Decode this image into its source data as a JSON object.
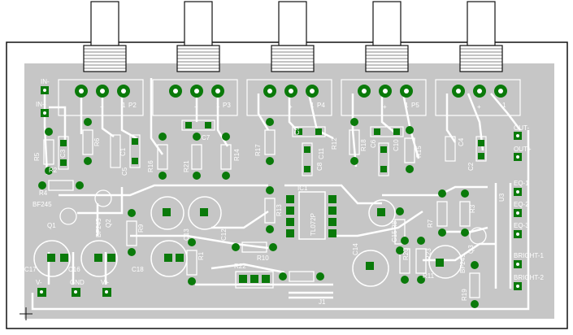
{
  "board": {
    "colors": {
      "board": "#c6c6c6",
      "trace": "#ffffff",
      "pad": "#0a7a0a",
      "padDark": "#045a04",
      "outline": "#111111",
      "knob": "#ffffff"
    },
    "pot_labels": [
      "P2",
      "P3",
      "P4",
      "P5",
      ""
    ],
    "pot_numbers": [
      "1",
      "1",
      "1",
      "1",
      "1"
    ],
    "pot_plus": "+",
    "connectors_left": [
      "IN-",
      "IN+"
    ],
    "connectors_bottom": [
      "V-",
      "GND",
      "V+"
    ],
    "connectors_right": [
      "OUT-",
      "OUT+",
      "EQ-1",
      "EQ-2",
      "EQ-3",
      "BRIGHT-1",
      "BRIGHT-2"
    ],
    "ic": {
      "ref": "IC1",
      "part": "TL072P"
    },
    "transistors": [
      {
        "ref": "Q1",
        "part": "BF245"
      },
      {
        "ref": "Q2",
        "part": "BF245"
      },
      {
        "ref": "Q3",
        "part": "BF245"
      }
    ],
    "resistors": [
      "R5",
      "R6",
      "R4",
      "R16",
      "R21",
      "R14",
      "R17",
      "R13",
      "R10",
      "R18",
      "R15",
      "R7",
      "R3",
      "R9",
      "R1",
      "R8",
      "R20",
      "R23",
      "R19",
      "R22",
      "R12",
      "R11",
      "R2"
    ],
    "capacitors": [
      "C7",
      "C9",
      "C1",
      "C11",
      "C10",
      "C6",
      "C4",
      "C2",
      "C13",
      "C12",
      "C17",
      "C16",
      "C18",
      "C14",
      "C15",
      "C3",
      "C5",
      "C8"
    ],
    "misc": {
      "jumper": "J1",
      "ic3": "U3"
    }
  }
}
